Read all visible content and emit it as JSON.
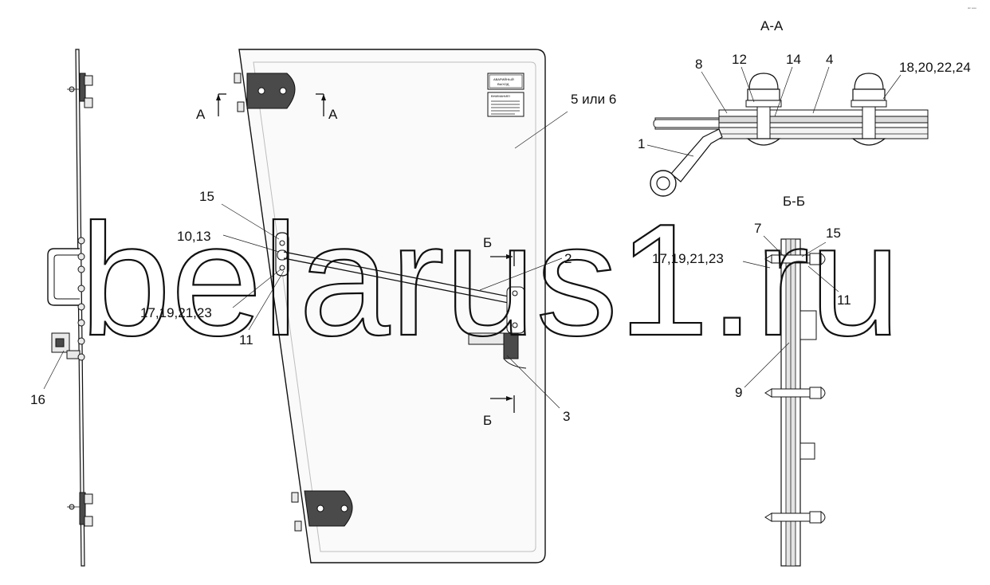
{
  "watermark": "belarus1.ru",
  "corner_mark": "ᵈᵉʳ ᵉᵉᵉᵉ",
  "sections": {
    "aa_title": "А-А",
    "bb_title": "Б-Б"
  },
  "section_marks": {
    "a": "А",
    "b": "Б"
  },
  "door": {
    "sign_line1": "АВАРИЙНЫЙ",
    "sign_line2": "ВЫХОД",
    "label_text": "ВНИМАНИЕ!"
  },
  "callouts": {
    "c1": "1",
    "c2": "2",
    "c3": "3",
    "c5_6": "5 или 6",
    "c7": "7",
    "c8": "8",
    "c9": "9",
    "c10_13": "10,13",
    "c11_left": "11",
    "c11_right": "11",
    "c12": "12",
    "c14": "14",
    "c4": "4",
    "c15_left": "15",
    "c15_right": "15",
    "c16": "16",
    "c17_left": "17,19,21,23",
    "c17_right": "17,19,21,23",
    "c18": "18,20,22,24"
  }
}
